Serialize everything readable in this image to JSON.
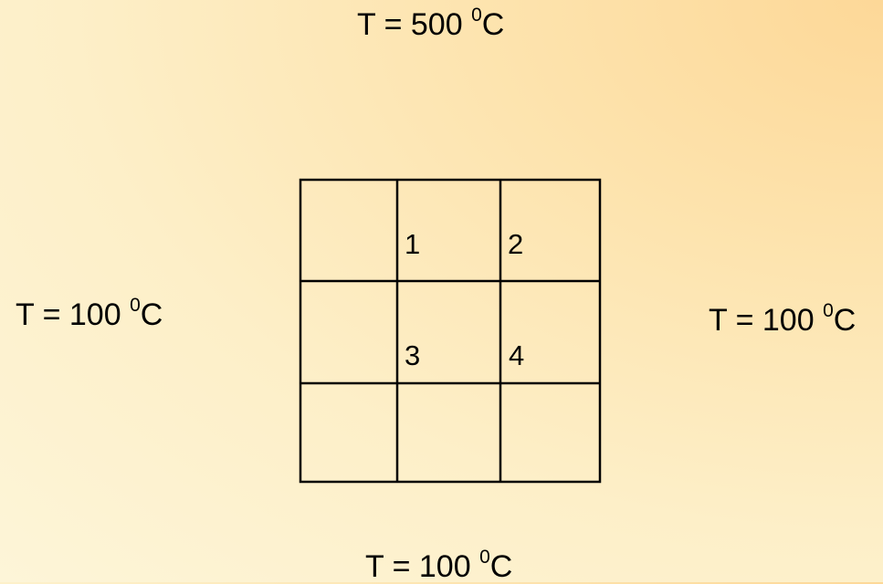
{
  "boundaries": {
    "top": {
      "prefix": "T = 500 ",
      "sup": "0",
      "suffix": "C"
    },
    "left": {
      "prefix": "T = 100 ",
      "sup": "0",
      "suffix": "C"
    },
    "right": {
      "prefix": "T = 100 ",
      "sup": "0",
      "suffix": "C"
    },
    "bottom": {
      "prefix": "T = 100 ",
      "sup": "0",
      "suffix": "C"
    }
  },
  "grid": {
    "rows": 3,
    "cols": 3,
    "line_color": "#000000"
  },
  "nodes": [
    "1",
    "2",
    "3",
    "4"
  ]
}
